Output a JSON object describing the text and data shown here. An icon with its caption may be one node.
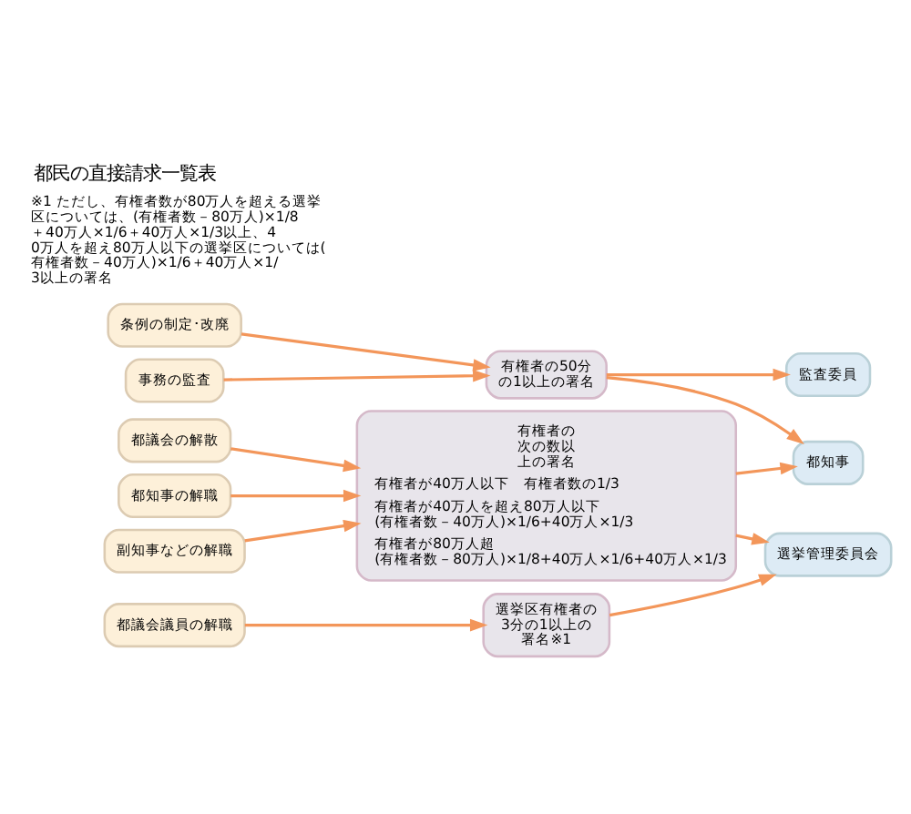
{
  "diagram": {
    "title": "都民の直接請求一覧表",
    "caption": "※1 ただし、有権者数が80万人を超える選挙区については、(有権者数－80万人)×1/8＋40万人×1/6＋40万人×1/3以上、40万人を超え80万人以下の選挙区については(有権者数－40万人)×1/6＋40万人×1/3以上の署名",
    "nodes": [
      {
        "text": [
          "都議会議員の解職"
        ]
      },
      {
        "text": [
          "都議会の解散"
        ]
      },
      {
        "text": [
          "都知事の解職"
        ]
      },
      {
        "text": [
          "副知事などの解職"
        ]
      },
      {
        "text": [
          "条例の制定･改廃"
        ]
      },
      {
        "text": [
          "事務の監査"
        ]
      },
      {
        "text": [
          "選挙区有権者の3分の1以上の署名※1"
        ]
      },
      {
        "text": [
          "有権者の次の数以上の署名",
          "有権者が40万人以下　有権者数の1/3",
          "有権者が40万人を超え80万人以下 (有権者数－40万人)×1/6+40万人×1/3",
          "有権者が80万人超 (有権者数－80万人)×1/8+40万人×1/6+40万人×1/3"
        ]
      },
      {
        "text": [
          "有権者の50分の1以上の署名"
        ]
      },
      {
        "text": [
          "選挙管理委員会"
        ]
      },
      {
        "text": [
          "都知事"
        ]
      },
      {
        "text": [
          "監査委員"
        ]
      }
    ],
    "edges": [
      {
        "from": 0,
        "to": 6,
        "arrow": "to"
      },
      {
        "from": 6,
        "to": 9,
        "arrow": "to"
      },
      {
        "from": 1,
        "to": 7,
        "arrow": "to"
      },
      {
        "from": 2,
        "to": 7,
        "arrow": "to"
      },
      {
        "from": 7,
        "to": 9,
        "arrow": "to"
      },
      {
        "from": 3,
        "to": 7,
        "arrow": "to"
      },
      {
        "from": 7,
        "to": 10,
        "arrow": "to"
      },
      {
        "from": 4,
        "to": 8,
        "arrow": "to"
      },
      {
        "from": 8,
        "to": 10,
        "arrow": "to"
      },
      {
        "from": 5,
        "to": 8,
        "arrow": "to"
      },
      {
        "from": 8,
        "to": 11,
        "arrow": "to"
      }
    ]
  }
}
